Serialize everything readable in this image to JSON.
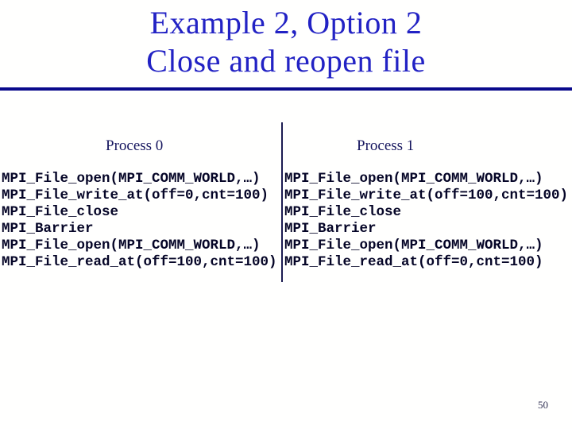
{
  "slide": {
    "title": {
      "line1": "Example 2, Option 2",
      "line2": "Close and reopen file"
    },
    "columns": {
      "left": {
        "header": "Process 0",
        "code": [
          "MPI_File_open(MPI_COMM_WORLD,…)",
          "MPI_File_write_at(off=0,cnt=100)",
          "MPI_File_close",
          "MPI_Barrier",
          "MPI_File_open(MPI_COMM_WORLD,…)",
          "MPI_File_read_at(off=100,cnt=100)"
        ]
      },
      "right": {
        "header": "Process 1",
        "code": [
          "MPI_File_open(MPI_COMM_WORLD,…)",
          "MPI_File_write_at(off=100,cnt=100)",
          "MPI_File_close",
          "MPI_Barrier",
          "MPI_File_open(MPI_COMM_WORLD,…)",
          "MPI_File_read_at(off=0,cnt=100)"
        ]
      }
    },
    "page_number": "50",
    "colors": {
      "title_blue": "#2222C4",
      "rule_navy": "#0A0A8C",
      "header_navy": "#15155E",
      "code_text": "#050527",
      "divider_navy": "#1C1C52",
      "background": "#FFFFFF"
    }
  }
}
